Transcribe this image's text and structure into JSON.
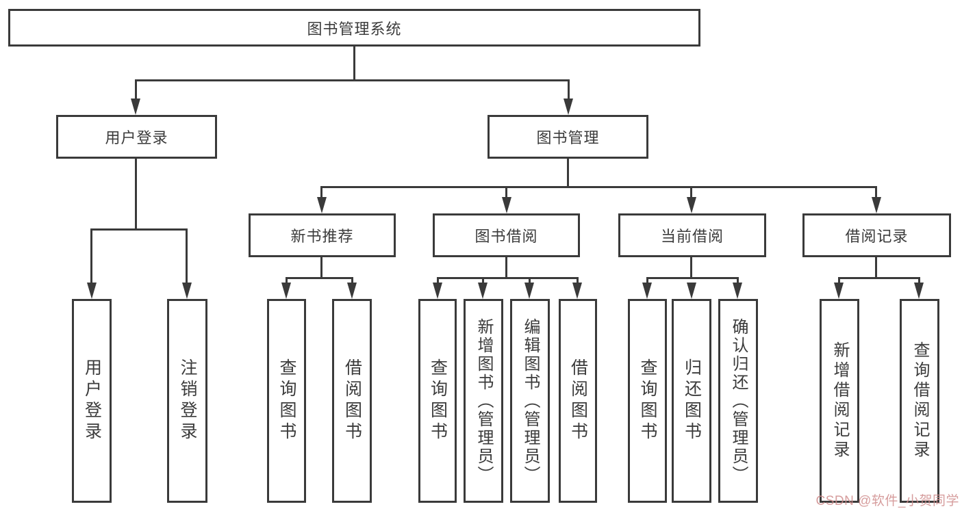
{
  "diagram": {
    "root": "图书管理系统",
    "level2": {
      "user_login": "用户登录",
      "book_mgmt": "图书管理"
    },
    "level3": {
      "new_books": "新书推荐",
      "borrow": "图书借阅",
      "current": "当前借阅",
      "records": "借阅记录"
    },
    "leaves": {
      "user_login_leaf": "用户登录",
      "logout": "注销登录",
      "nb_query": "查询图书",
      "nb_borrow": "借阅图书",
      "bw_query": "查询图书",
      "bw_add": "新增图书（管理员）",
      "bw_edit": "编辑图书（管理员）",
      "bw_borrow": "借阅图书",
      "cur_query": "查询图书",
      "cur_return": "归还图书",
      "cur_confirm": "确认归还（管理员）",
      "rec_add": "新增借阅记录",
      "rec_query": "查询借阅记录"
    },
    "watermark": "CSDN @软件_小贺同学",
    "colors": {
      "line": "#3a3a3a",
      "watermark": "#d08c8c"
    }
  }
}
